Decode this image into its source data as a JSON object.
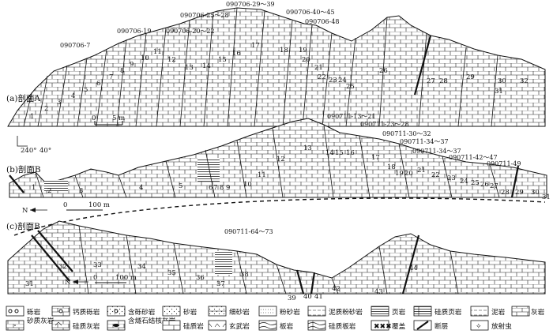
{
  "sections": [
    {
      "id": "A",
      "label": "(a)剖面A",
      "scale": {
        "zero": "0",
        "length": "5 m"
      },
      "orientation": {
        "azimuth": "240°",
        "dip": "40°"
      },
      "sample_labels": [
        "090706-7",
        "090706-19",
        "090706-20～22",
        "090706-25～28",
        "090706-29～39",
        "090706-40～45",
        "090706-48"
      ],
      "beds": [
        "1",
        "2",
        "3",
        "4",
        "5",
        "6",
        "7",
        "8",
        "9",
        "10",
        "11",
        "12",
        "13",
        "14",
        "15",
        "16",
        "17",
        "18",
        "19",
        "20",
        "21",
        "22",
        "23",
        "24",
        "25",
        "26",
        "27",
        "28",
        "29",
        "30",
        "31",
        "32"
      ]
    },
    {
      "id": "B",
      "label": "(b)剖面B",
      "north": "N",
      "scale": {
        "zero": "0",
        "length": "100 m"
      },
      "sample_labels": [
        "090711-13～21",
        "090711-23～28",
        "090711-30～32",
        "090711-34～37",
        "090711-34～37",
        "090711-42～47",
        "090711-49"
      ],
      "beds": [
        "1",
        "2",
        "3",
        "4",
        "5",
        "6",
        "7",
        "8",
        "9",
        "10",
        "11",
        "12",
        "13",
        "14",
        "15",
        "16",
        "17",
        "18",
        "19",
        "20",
        "21",
        "22",
        "23",
        "24",
        "25",
        "26",
        "27",
        "28",
        "29",
        "30",
        "31"
      ]
    },
    {
      "id": "C",
      "label": "(c)剖面B",
      "north": "N",
      "scale": {
        "zero": "0",
        "length": "100 m"
      },
      "sample_labels": [
        "090711-64～73"
      ],
      "beds": [
        "31",
        "32",
        "33",
        "34",
        "35",
        "36",
        "37",
        "38",
        "39",
        "40",
        "41",
        "42",
        "43",
        "44"
      ]
    }
  ],
  "legend": [
    {
      "name": "砾岩",
      "icon": "conglomerate-pattern"
    },
    {
      "name": "钙质砾岩",
      "icon": "calcareous-conglomerate-pattern"
    },
    {
      "name": "含砾砂岩",
      "icon": "pebbly-sandstone-pattern"
    },
    {
      "name": "砂岩",
      "icon": "sandstone-pattern"
    },
    {
      "name": "细砂岩",
      "icon": "fine-sandstone-pattern"
    },
    {
      "name": "粉砂岩",
      "icon": "siltstone-pattern"
    },
    {
      "name": "泥质粉砂岩",
      "icon": "muddy-siltstone-pattern"
    },
    {
      "name": "页岩",
      "icon": "shale-pattern"
    },
    {
      "name": "硅质页岩",
      "icon": "siliceous-shale-pattern"
    },
    {
      "name": "泥岩",
      "icon": "mudstone-pattern"
    },
    {
      "name": "灰岩",
      "icon": "limestone-pattern"
    },
    {
      "name": "砂质灰岩",
      "icon": "sandy-limestone-pattern"
    },
    {
      "name": "硅质灰岩",
      "icon": "siliceous-limestone-pattern"
    },
    {
      "name": "含燧石结核灰岩",
      "icon": "chert-nodule-limestone-pattern"
    },
    {
      "name": "硅质岩",
      "icon": "siliceous-rock-pattern"
    },
    {
      "name": "玄武岩",
      "icon": "basalt-pattern"
    },
    {
      "name": "板岩",
      "icon": "slate-pattern"
    },
    {
      "name": "硅质板岩",
      "icon": "siliceous-slate-pattern"
    },
    {
      "name": "覆盖",
      "icon": "cover-pattern"
    },
    {
      "name": "断层",
      "icon": "fault-symbol"
    },
    {
      "name": "放射虫",
      "icon": "radiolarian-symbol"
    }
  ],
  "colors": {
    "ink": "#111111",
    "background": "#ffffff"
  }
}
